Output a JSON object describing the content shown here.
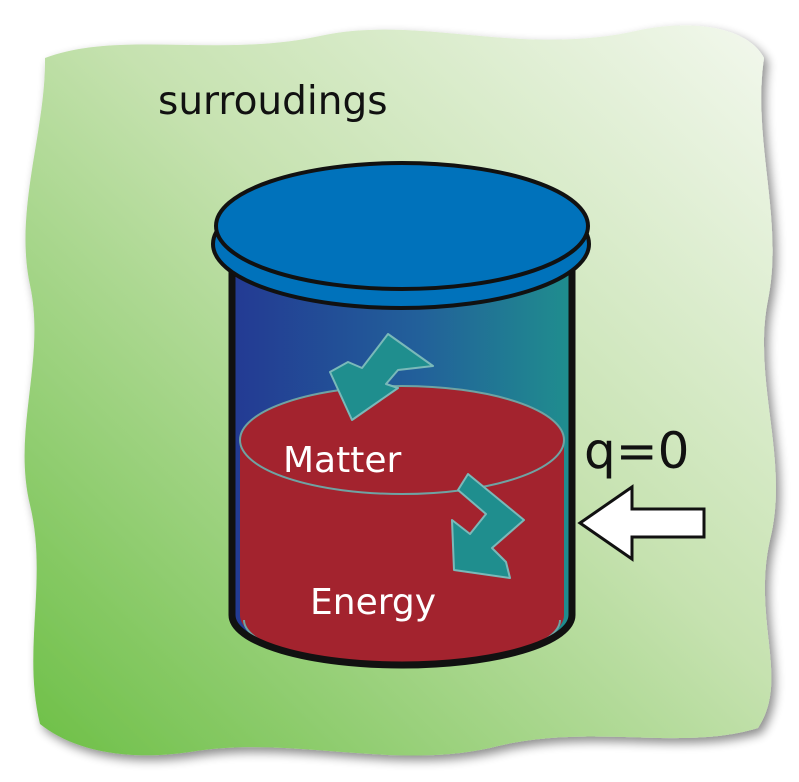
{
  "diagram": {
    "surroundings_label": "surroudings",
    "matter_label": "Matter",
    "energy_label": "Energy",
    "heat_label": "q=0"
  },
  "colors": {
    "surroundings_light": "#eef5e6",
    "surroundings_dark": "#6cbf45",
    "lid": "#0072bb",
    "container_glass_left": "#233a93",
    "container_glass_right": "#1f8e8e",
    "contents": "#a3232e",
    "circulation_arrows": "#1f8e8e",
    "heat_arrow_fill": "#ffffff",
    "outline": "#111111"
  },
  "icons": {
    "circulation": "curved-arrow-icon",
    "heat": "arrow-left-icon"
  }
}
